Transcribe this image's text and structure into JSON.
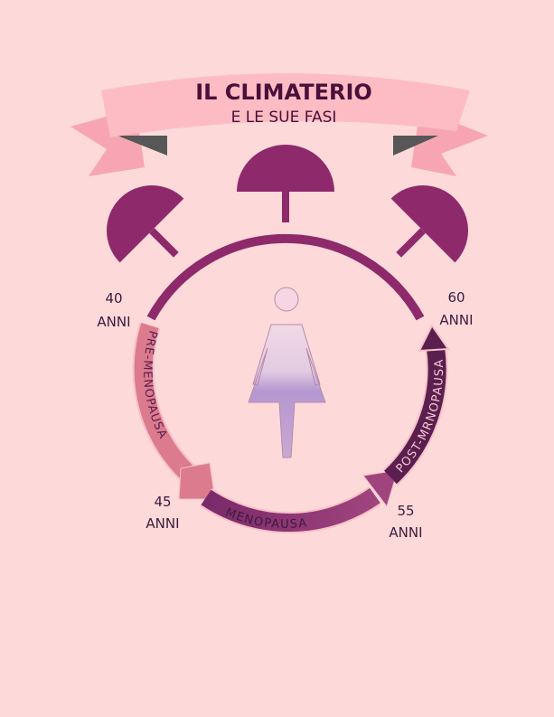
{
  "title": "IL CLIMATERIO",
  "subtitle": "E LE SUE FASI",
  "ages": [
    {
      "value": "40",
      "unit": "ANNI"
    },
    {
      "value": "45",
      "unit": "ANNI"
    },
    {
      "value": "55",
      "unit": "ANNI"
    },
    {
      "value": "60",
      "unit": "ANNI"
    }
  ],
  "phases": [
    "PRE-MENOPAUSA",
    "MENOPAUSA",
    "POST-MRNOPAUSA"
  ],
  "colors": {
    "background": "#fddad9",
    "ribbon": "#fdbcc3",
    "clock": "#8e2a6c",
    "pre": "#dc7a8e",
    "menopausa": "#8e3a7c",
    "post": "#5a1f4e",
    "title": "#4a0f3a"
  }
}
